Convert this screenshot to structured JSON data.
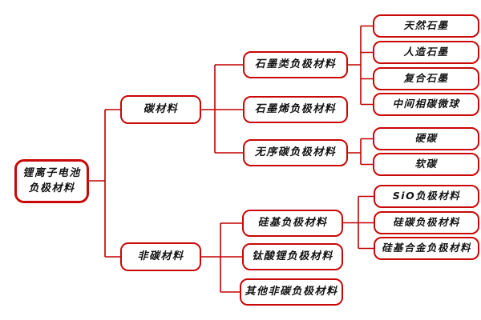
{
  "diagram": {
    "title_semantic": "锂离子电池负极材料分类",
    "colors": {
      "border": "#C90808",
      "line": "#C00000",
      "text": "#141414",
      "background": "#FFFFFF"
    },
    "root": {
      "label_line1": "锂离子电池",
      "label_line2": "负极材料"
    },
    "nodes": {
      "carbon": "碳材料",
      "non_carbon": "非碳材料",
      "graphite_type": "石墨类负极材料",
      "graphene": "石墨烯负极材料",
      "disordered_carbon": "无序碳负极材料",
      "silicon_based": "硅基负极材料",
      "lithium_titanate": "钛酸锂负极材料",
      "other_non_carbon": "其他非碳负极材料",
      "natural_graphite": "天然石墨",
      "artificial_graphite": "人造石墨",
      "composite_graphite": "复合石墨",
      "mesocarbon_microbeads": "中间相碳微球",
      "hard_carbon": "硬碳",
      "soft_carbon": "软碳",
      "sio_anode": "SiO负极材料",
      "silicon_carbon": "硅碳负极材料",
      "silicon_alloy": "硅基合金负极材料"
    },
    "hierarchy": {
      "锂离子电池负极材料": {
        "碳材料": {
          "石墨类负极材料": [
            "天然石墨",
            "人造石墨",
            "复合石墨",
            "中间相碳微球"
          ],
          "石墨烯负极材料": [],
          "无序碳负极材料": [
            "硬碳",
            "软碳"
          ]
        },
        "非碳材料": {
          "硅基负极材料": [
            "SiO负极材料",
            "硅碳负极材料",
            "硅基合金负极材料"
          ],
          "钛酸锂负极材料": [],
          "其他非碳负极材料": []
        }
      }
    }
  }
}
